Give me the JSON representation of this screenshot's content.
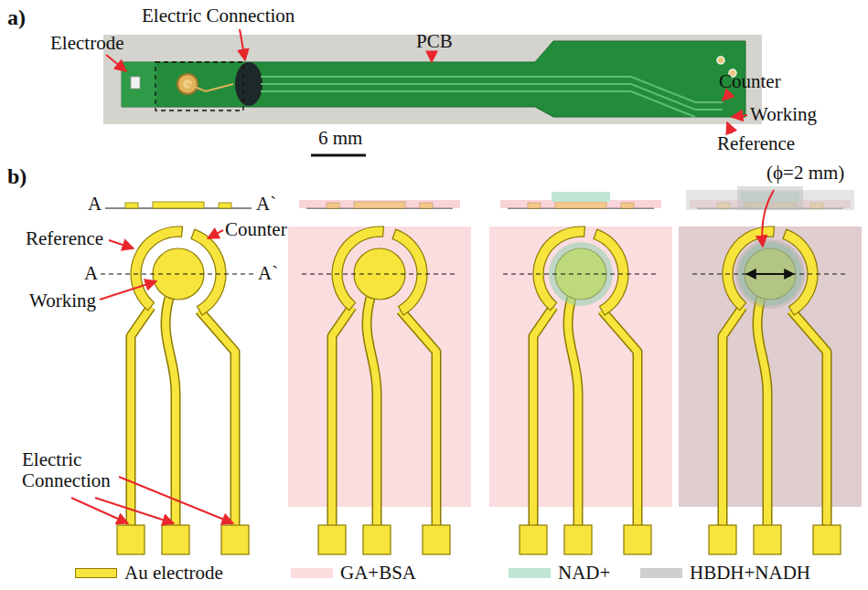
{
  "diagram": {
    "labels": [
      "a)",
      "Electric Connection",
      "Electrode",
      "PCB",
      "6 mm",
      "Counter",
      "Working",
      "Reference",
      "b)",
      "A",
      "A`",
      "Reference",
      "Counter",
      "Working",
      "A",
      "A`",
      "Electric Connection",
      "(ϕ=2 mm)"
    ],
    "legend": [
      {
        "text": "Au electrode",
        "color": "#f7e43c"
      },
      {
        "text": "GA+BSA",
        "color": "#fbdde0"
      },
      {
        "text": "NAD+",
        "color": "#bfe6d3"
      },
      {
        "text": "HBDH+NADH",
        "color": "#cfcfcf"
      }
    ]
  }
}
